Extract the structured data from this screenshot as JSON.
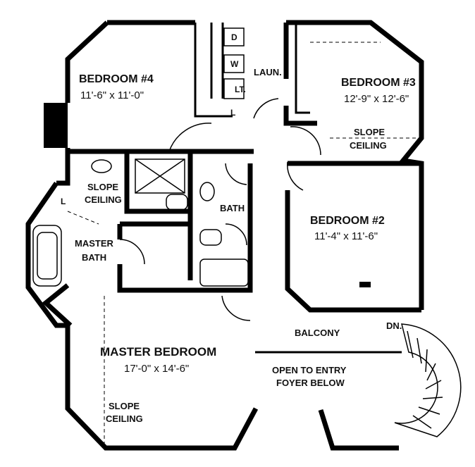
{
  "rooms": {
    "bedroom4": {
      "name": "BEDROOM #4",
      "size": "11'-6\" x 11'-0\""
    },
    "bedroom3": {
      "name": "BEDROOM #3",
      "size": "12'-9\" x 12'-6\""
    },
    "bedroom2": {
      "name": "BEDROOM #2",
      "size": "11'-4\" x 11'-6\""
    },
    "master_bedroom": {
      "name": "MASTER BEDROOM",
      "size": "17'-0\" x 14'-6\""
    },
    "master_bath": {
      "line1": "MASTER",
      "line2": "BATH"
    },
    "bath": {
      "name": "BATH"
    },
    "laundry": {
      "name": "LAUN."
    }
  },
  "labels": {
    "slope_ceiling_right": {
      "line1": "SLOPE",
      "line2": "CEILING"
    },
    "slope_ceiling_bath": {
      "line1": "SLOPE",
      "line2": "CEILING"
    },
    "slope_ceiling_master": {
      "line1": "SLOPE",
      "line2": "CEILING"
    },
    "balcony": "BALCONY",
    "open_entry": {
      "line1": "OPEN TO ENTRY",
      "line2": "FOYER BELOW"
    },
    "down": "DN.",
    "dryer": "D",
    "washer": "W",
    "laundry_tub": "LT.",
    "linen": "L",
    "linen_bath": "L"
  }
}
